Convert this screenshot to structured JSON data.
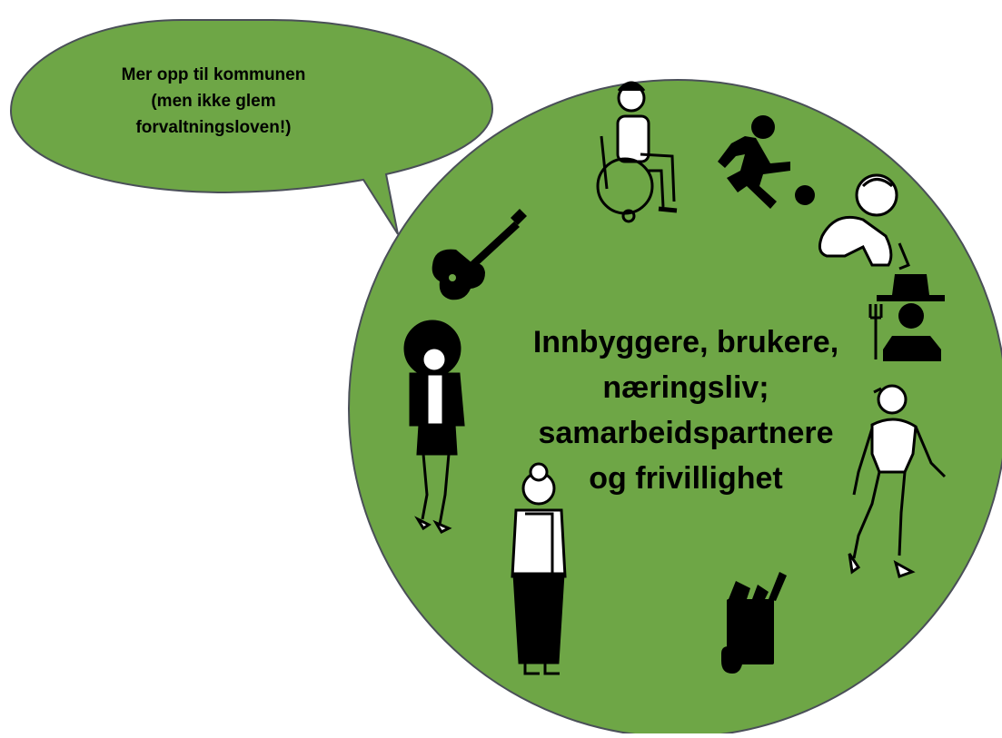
{
  "colors": {
    "circle_fill": "#6ea646",
    "bubble_fill": "#6ea646",
    "outline": "#4a4f58",
    "icon": "#000000"
  },
  "speech_bubble": {
    "lines": [
      "Mer opp til kommunen",
      "(men ikke glem",
      "forvaltningsloven!)"
    ]
  },
  "center": {
    "lines": [
      "Innbyggere, brukere,",
      "næringsliv;",
      "samarbeidspartnere",
      "og frivillighet"
    ]
  },
  "icons": [
    "wheelchair-user-icon",
    "football-player-icon",
    "crawling-baby-icon",
    "farmer-with-pitchfork-icon",
    "walking-woman-icon",
    "grocery-bag-icon",
    "elderly-woman-icon",
    "young-woman-afro-icon",
    "electric-guitar-icon"
  ]
}
